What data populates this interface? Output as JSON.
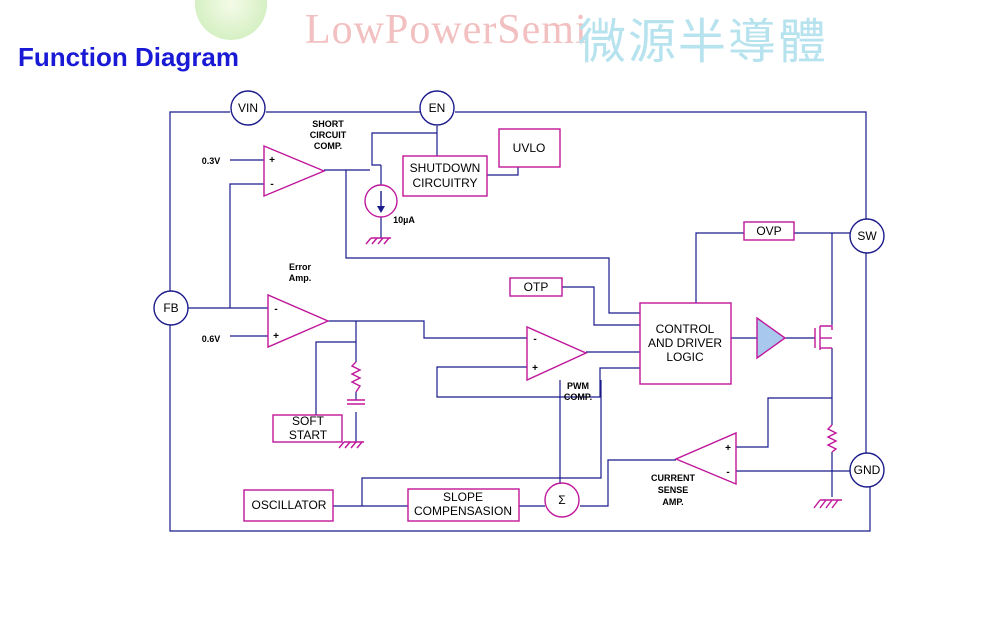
{
  "title": "Function Diagram",
  "watermark": {
    "logo_text": "LowPowerSemi",
    "chinese_text": "微源半導體"
  },
  "colors": {
    "wire": "#1a1a8c",
    "component": "#c0169a",
    "title": "#1a1ad6"
  },
  "pins": {
    "vin": "VIN",
    "en": "EN",
    "fb": "FB",
    "sw": "SW",
    "gnd": "GND"
  },
  "blocks": {
    "shutdown_line1": "SHUTDOWN",
    "shutdown_line2": "CIRCUITRY",
    "uvlo": "UVLO",
    "ovp": "OVP",
    "otp": "OTP",
    "control_line1": "CONTROL",
    "control_line2": "AND DRIVER",
    "control_line3": "LOGIC",
    "soft_start_line1": "SOFT",
    "soft_start_line2": "START",
    "oscillator": "OSCILLATOR",
    "slope_line1": "SLOPE",
    "slope_line2": "COMPENSASION",
    "sum": "Σ"
  },
  "labels": {
    "short_line1": "SHORT",
    "short_line2": "CIRCUIT",
    "short_line3": "COMP.",
    "error_line1": "Error",
    "error_line2": "Amp.",
    "pwm_line1": "PWM",
    "pwm_line2": "COMP.",
    "cs_line1": "CURRENT",
    "cs_line2": "SENSE",
    "cs_line3": "AMP.",
    "v03": "0.3V",
    "v06": "0.6V",
    "current_source": "10µA",
    "plus": "+",
    "minus": "-"
  }
}
